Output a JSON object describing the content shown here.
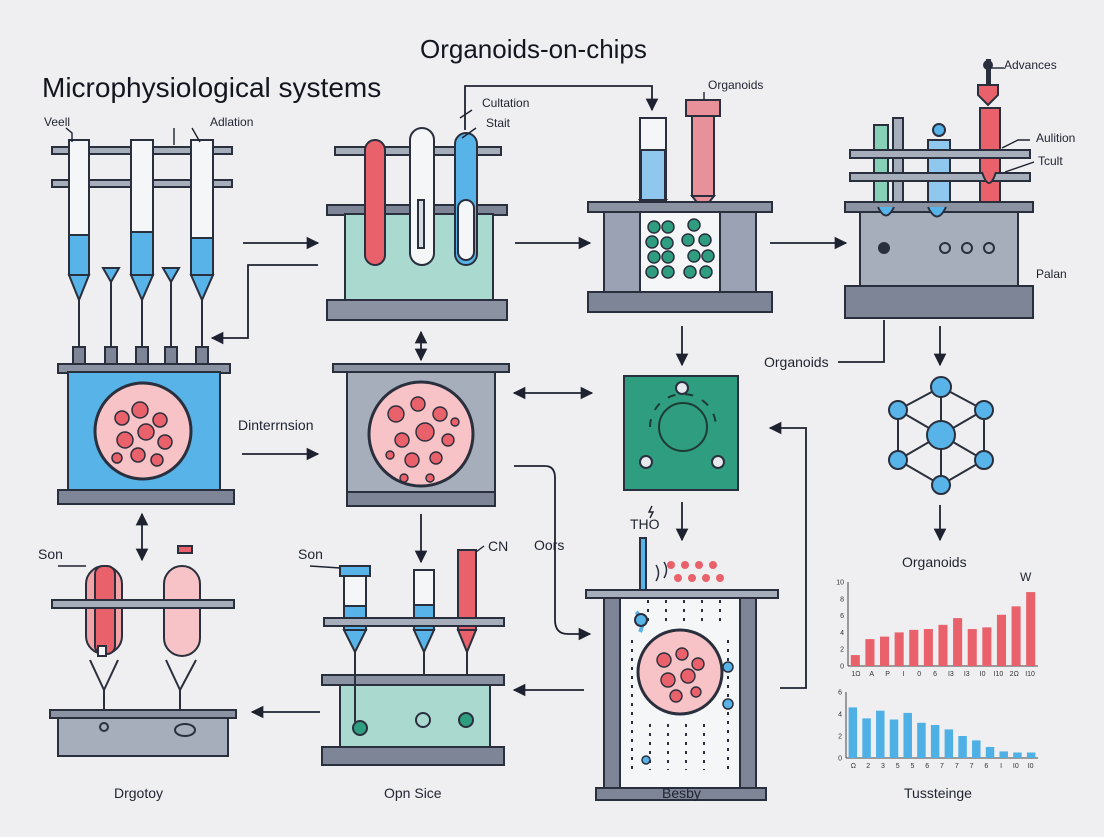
{
  "title": "Organoids-on-chips",
  "subtitle": "Microphysiological systems",
  "labels": {
    "veell": "Veell",
    "adlation": "Adlation",
    "cultation": "Cultation",
    "stait": "Stait",
    "organoids_top": "Organoids",
    "advances": "Advances",
    "aulition": "Aulition",
    "tcult": "Tcult",
    "palan": "Palan",
    "organoids_mid": "Organoids",
    "dinterrnsion": "Dinterrnsion",
    "tho": "THO",
    "oors": "Oors",
    "son_left": "Son",
    "son_mid": "Son",
    "cn": "CN",
    "organoids_right": "Organoids",
    "w_mark": "W",
    "drgotoy": "Drgotoy",
    "opn_sice": "Opn Sice",
    "besby": "Besby",
    "tussteinge": "Tussteinge"
  },
  "colors": {
    "blue": "#4fb0e6",
    "red": "#e8616b",
    "pink": "#f2a3a8",
    "green": "#2f9d7f",
    "teal_fill": "#a9d9cf",
    "steel": "#7d8596",
    "dark": "#2a2f3d"
  },
  "chart_data": [
    {
      "type": "bar",
      "title": "",
      "xlabel": "",
      "ylabel": "",
      "ylim": [
        0,
        10
      ],
      "yticks": [
        "0",
        "2",
        "4",
        "6",
        "8",
        "10"
      ],
      "categories": [
        "1Ω",
        "A",
        "P",
        "I",
        "0",
        "6",
        "I3",
        "I3",
        "I0",
        "I10",
        "2Ω",
        "I10"
      ],
      "values": [
        1.3,
        3.2,
        3.5,
        4.0,
        4.3,
        4.4,
        4.9,
        5.7,
        4.4,
        4.6,
        6.1,
        7.1,
        8.8
      ],
      "color": "#e8616b",
      "grid": false
    },
    {
      "type": "bar",
      "title": "",
      "xlabel": "",
      "ylabel": "",
      "ylim": [
        0,
        6
      ],
      "yticks": [
        "0",
        "2",
        "4",
        "6"
      ],
      "categories": [
        "Ω",
        "2",
        "3",
        "5",
        "5",
        "6",
        "7",
        "7",
        "7",
        "6",
        "I",
        "I0",
        "I0"
      ],
      "values": [
        4.6,
        3.6,
        4.3,
        3.5,
        4.1,
        3.2,
        3.0,
        2.6,
        2.0,
        1.6,
        1.0,
        0.6,
        0.5,
        0.5
      ],
      "color": "#4fb0e6",
      "grid": false
    }
  ]
}
